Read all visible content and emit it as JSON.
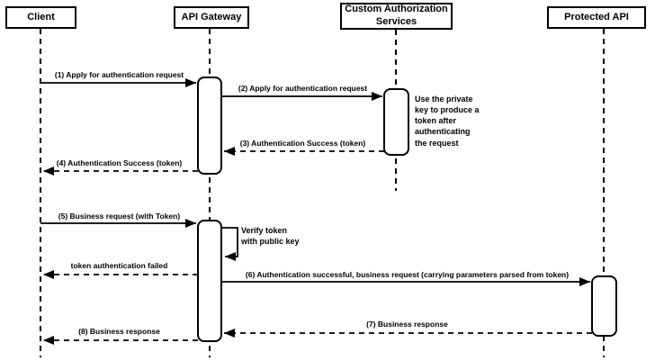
{
  "diagram_type": "sequence-diagram",
  "colors": {
    "stroke": "#000000",
    "shape_fill": "#ffffff",
    "background": "#ffffff",
    "text": "#000000"
  },
  "actors": [
    {
      "label": "Client"
    },
    {
      "label": "API Gateway"
    },
    {
      "label": "Custom Authorization Services"
    },
    {
      "label": "Protected API"
    }
  ],
  "messages": [
    {
      "label": "(1) Apply for authentication request",
      "from": "Client",
      "to": "API Gateway",
      "style": "solid"
    },
    {
      "label": "(2) Apply for authentication request",
      "from": "API Gateway",
      "to": "Custom Authorization Services",
      "style": "solid"
    },
    {
      "label": "(3) Authentication Success (token)",
      "from": "Custom Authorization Services",
      "to": "API Gateway",
      "style": "dashed"
    },
    {
      "label": "(4) Authentication Success (token)",
      "from": "API Gateway",
      "to": "Client",
      "style": "dashed"
    },
    {
      "label": "(5) Business request (with Token)",
      "from": "Client",
      "to": "API Gateway",
      "style": "solid"
    },
    {
      "label": "Verify token\nwith public key",
      "from": "API Gateway",
      "to": "API Gateway",
      "style": "self"
    },
    {
      "label": "token authentication failed",
      "from": "API Gateway",
      "to": "Client",
      "style": "dashed"
    },
    {
      "label": "(6) Authentication successful, business request (carrying parameters parsed from token)",
      "from": "API Gateway",
      "to": "Protected API",
      "style": "solid"
    },
    {
      "label": "(7) Business response",
      "from": "Protected API",
      "to": "API Gateway",
      "style": "dashed"
    },
    {
      "label": "(8) Business response",
      "from": "API Gateway",
      "to": "Client",
      "style": "dashed"
    }
  ],
  "note": {
    "text": "Use the private\nkey to produce a\ntoken after\nauthenticating\nthe request",
    "attached_to": "Custom Authorization Services"
  }
}
